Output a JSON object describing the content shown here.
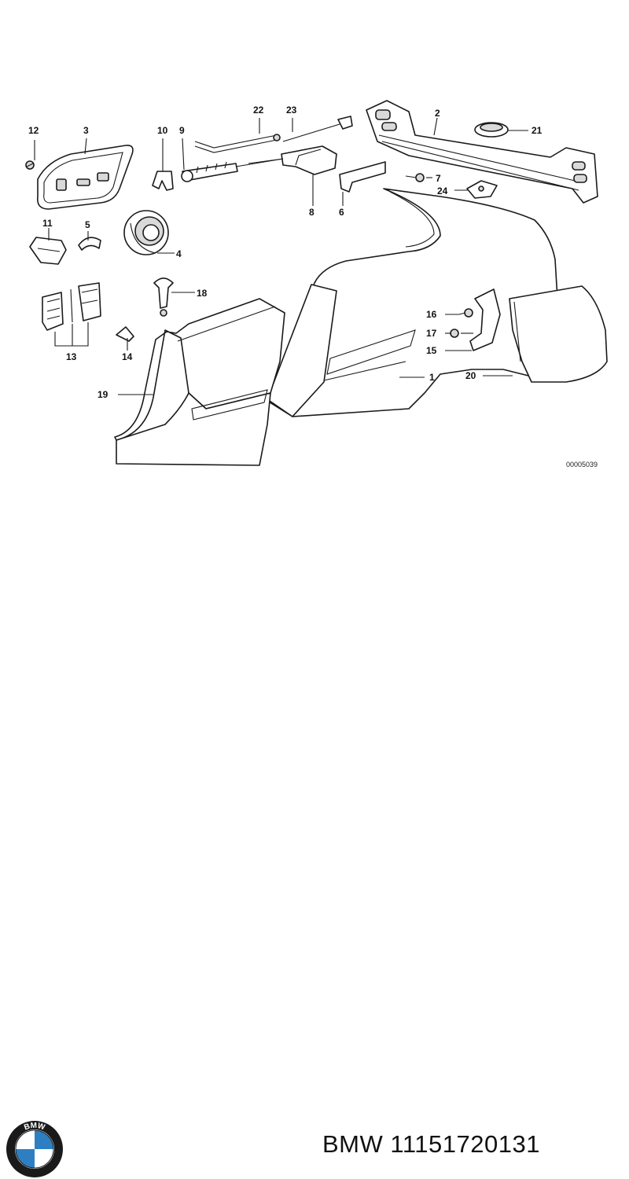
{
  "diagram": {
    "reference_code": "00005039",
    "callouts": [
      "1",
      "2",
      "3",
      "4",
      "5",
      "6",
      "7",
      "8",
      "9",
      "10",
      "11",
      "12",
      "13",
      "14",
      "15",
      "16",
      "17",
      "18",
      "19",
      "20",
      "21",
      "22",
      "23",
      "24"
    ]
  },
  "footer": {
    "brand": "BMW",
    "part_number": "11151720131",
    "logo_letters": "BMW",
    "colors": {
      "logo_blue": "#2e7fc2",
      "logo_ring": "#1a1a1a",
      "logo_white": "#ffffff"
    }
  }
}
